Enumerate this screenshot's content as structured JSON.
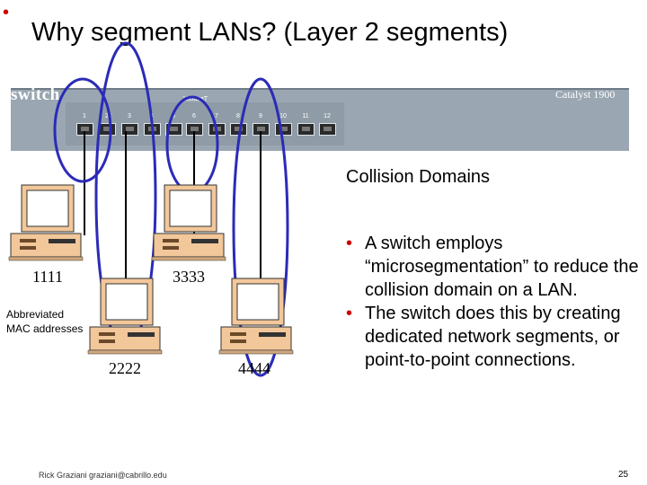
{
  "title": "Why segment LANs? (Layer 2 segments)",
  "switch": {
    "label": "switch",
    "model": "Catalyst 1900",
    "speed_label": "10BaseT",
    "ports": [
      "1",
      "2",
      "3",
      "4",
      "5",
      "6",
      "7",
      "8",
      "9",
      "10",
      "11",
      "12"
    ]
  },
  "diagram_title": "Collision Domains",
  "hosts": [
    {
      "mac": "1111"
    },
    {
      "mac": "2222"
    },
    {
      "mac": "3333"
    },
    {
      "mac": "4444"
    }
  ],
  "abbrev_note": "Abbreviated MAC addresses",
  "bullets": [
    "A switch employs “microsegmentation” to reduce the collision domain on a LAN.",
    "The switch does this by creating dedicated network segments, or point-to-point connections."
  ],
  "footer": "Rick Graziani graziani@cabrillo.edu",
  "page_number": "25",
  "colors": {
    "ellipse": "#2b2bb8",
    "bullet": "#cc0000",
    "switch_body": "#9aa7b2"
  }
}
